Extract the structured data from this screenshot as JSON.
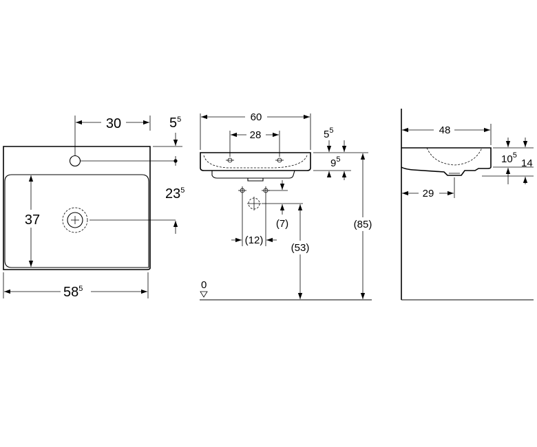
{
  "top_view": {
    "dim_tap_to_edge": "30",
    "dim_back_margin": {
      "base": "5",
      "sup": "5"
    },
    "dim_inner_depth": "37",
    "dim_drain_offset": {
      "base": "23",
      "sup": "5"
    },
    "dim_total_width": {
      "base": "58",
      "sup": "5"
    }
  },
  "front_view": {
    "dim_total_width": "60",
    "dim_fixing_spacing": "28",
    "dim_rim_to_fixing": {
      "base": "5",
      "sup": "5"
    },
    "dim_rim_height": {
      "base": "9",
      "sup": "5"
    },
    "dim_waste_spacing": "(12)",
    "dim_waste_drop": "(7)",
    "dim_waste_height": "(53)",
    "dim_rim_install_height": "(85)",
    "floor_level": "0"
  },
  "side_view": {
    "dim_total_depth": "48",
    "dim_waste_depth": "29",
    "dim_bowl_height": {
      "base": "10",
      "sup": "5"
    },
    "dim_total_height": "14"
  }
}
